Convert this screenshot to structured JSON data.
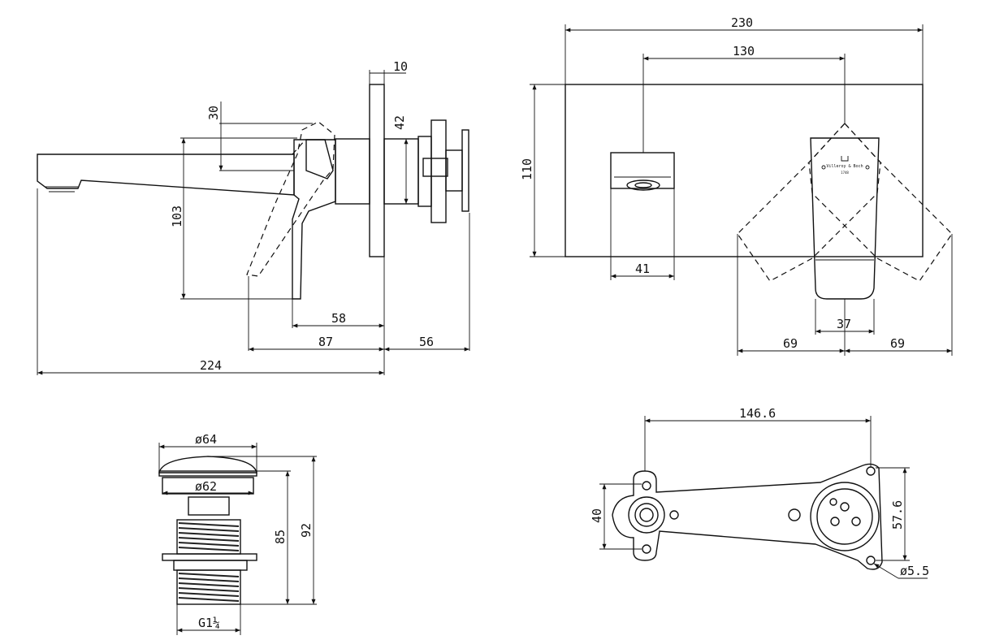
{
  "dimensions": {
    "side_view": {
      "flange_thickness": "10",
      "handle_angle": "30",
      "body_diameter": "42",
      "handle_height": "103",
      "wall_to_handle": "58",
      "wall_to_handle_tip": "87",
      "behind_wall_depth": "56",
      "spout_projection": "224"
    },
    "front_view": {
      "plate_width": "230",
      "centre_distance": "130",
      "plate_height": "110",
      "spout_width": "41",
      "handle_width": "37",
      "handle_swing_left": "69",
      "handle_swing_right": "69"
    },
    "waste": {
      "cap_diameter": "ø64",
      "body_diameter": "ø62",
      "height_inner": "85",
      "height_total": "92",
      "thread": "G1¼"
    },
    "bracket": {
      "length": "146.6",
      "left_height": "40",
      "right_height": "57.6",
      "hole_diameter": "ø5.5"
    }
  },
  "logo": {
    "brand_text": "Villeroy & Boch",
    "year": "1748"
  }
}
